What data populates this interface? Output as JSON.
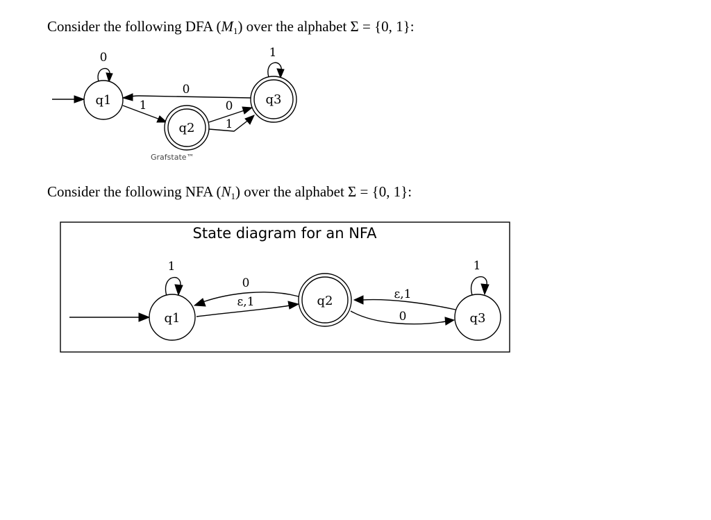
{
  "dfa_prompt": {
    "before": "Consider the following DFA (",
    "machine_letter": "M",
    "machine_sub": "1",
    "middle": ") over the alphabet Σ = {0, 1}:"
  },
  "nfa_prompt": {
    "before": "Consider the following NFA (",
    "machine_letter": "N",
    "machine_sub": "1",
    "middle": ") over the alphabet Σ = {0, 1}:"
  },
  "dfa": {
    "states": {
      "q1": "q1",
      "q2": "q2",
      "q3": "q3"
    },
    "edges": {
      "q1_self": "0",
      "q1_to_q2": "1",
      "q3_to_q1": "0",
      "q2_to_q3_a": "0",
      "q2_to_q3_b": "1",
      "q3_self": "1"
    },
    "watermark": "Grafstate™"
  },
  "nfa": {
    "title": "State diagram for an NFA",
    "states": {
      "q1": "q1",
      "q2": "q2",
      "q3": "q3"
    },
    "edges": {
      "q1_self": "1",
      "q2_to_q1": "0",
      "q1_to_q2": "ε,1",
      "q3_to_q2": "ε,1",
      "q2_to_q3": "0",
      "q3_self": "1"
    }
  }
}
